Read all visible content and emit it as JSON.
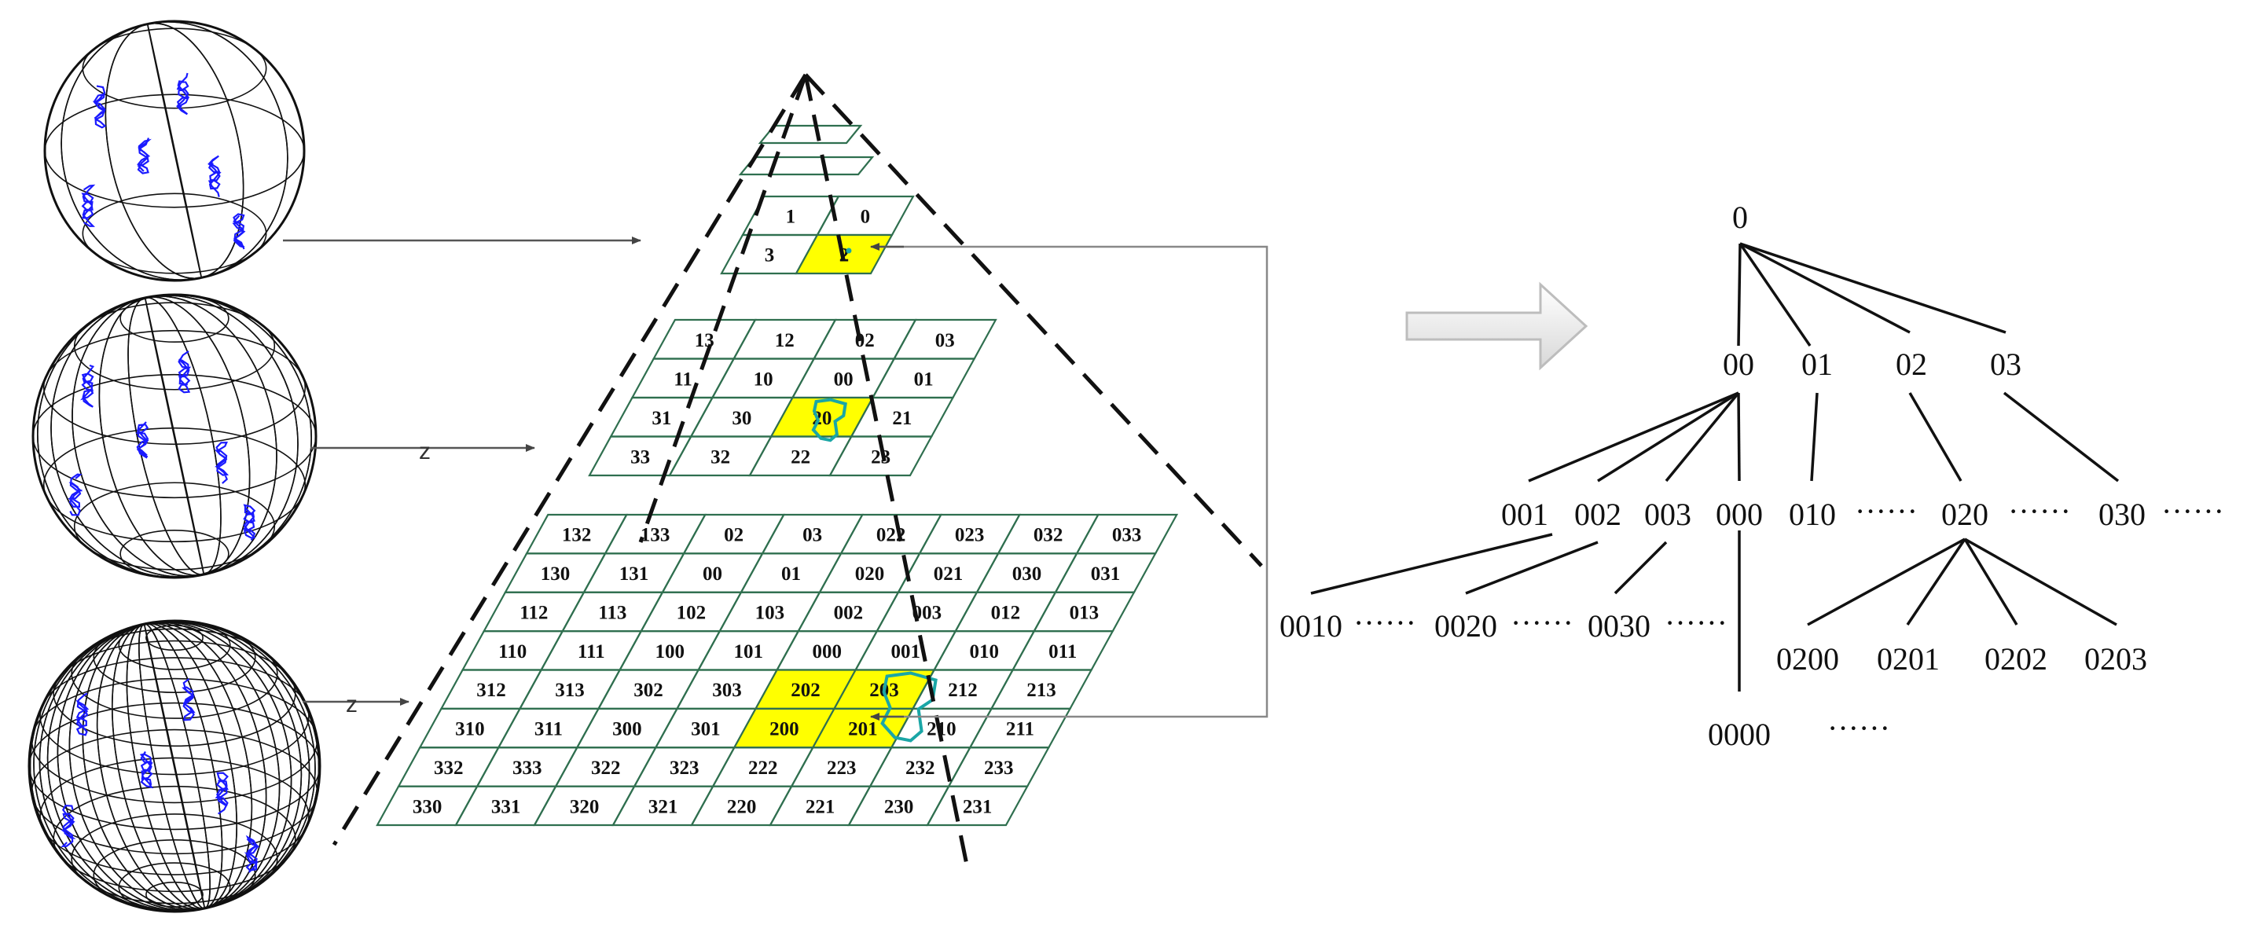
{
  "colors": {
    "grid": "#2f6f4f",
    "highlight": "#ffff00",
    "outline": "#1aa6a6",
    "globe_lines": "#111111",
    "coastline": "#1a1aff",
    "arrow": "#555555",
    "tree_edge": "#111111"
  },
  "globes": [
    {
      "name": "coarse",
      "meridians": 6,
      "parallels": 4
    },
    {
      "name": "medium",
      "meridians": 12,
      "parallels": 8
    },
    {
      "name": "fine",
      "meridians": 24,
      "parallels": 16
    }
  ],
  "z_labels": [
    "z",
    "z"
  ],
  "pyramid": {
    "level1": {
      "rows": [
        [
          "1",
          "0"
        ],
        [
          "3",
          "2"
        ]
      ],
      "highlight": [
        [
          1,
          1
        ]
      ]
    },
    "level2": {
      "rows": [
        [
          "13",
          "12",
          "02",
          "03"
        ],
        [
          "11",
          "10",
          "00",
          "01"
        ],
        [
          "31",
          "30",
          "20",
          "21"
        ],
        [
          "33",
          "32",
          "22",
          "23"
        ]
      ],
      "highlight": [
        [
          2,
          2
        ]
      ]
    },
    "level3": {
      "rows": [
        [
          "132",
          "133",
          "02",
          "03",
          "022",
          "023",
          "032",
          "033"
        ],
        [
          "130",
          "131",
          "00",
          "01",
          "020",
          "021",
          "030",
          "031"
        ],
        [
          "112",
          "113",
          "102",
          "103",
          "002",
          "003",
          "012",
          "013"
        ],
        [
          "110",
          "111",
          "100",
          "101",
          "000",
          "001",
          "010",
          "011"
        ],
        [
          "312",
          "313",
          "302",
          "303",
          "202",
          "203",
          "212",
          "213"
        ],
        [
          "310",
          "311",
          "300",
          "301",
          "200",
          "201",
          "210",
          "211"
        ],
        [
          "332",
          "333",
          "322",
          "323",
          "222",
          "223",
          "232",
          "233"
        ],
        [
          "330",
          "331",
          "320",
          "321",
          "220",
          "221",
          "230",
          "231"
        ]
      ],
      "highlight": [
        [
          4,
          4
        ],
        [
          4,
          5
        ],
        [
          5,
          4
        ],
        [
          5,
          5
        ]
      ]
    }
  },
  "tree": {
    "root": "0",
    "level1": [
      "00",
      "01",
      "02",
      "03"
    ],
    "level2": [
      "001",
      "002",
      "003",
      "000",
      "010",
      "020",
      "030"
    ],
    "level3_left": [
      "0010",
      "0020",
      "0030"
    ],
    "level3_right": [
      "0200",
      "0201",
      "0202",
      "0203"
    ],
    "level4": [
      "0000"
    ],
    "ellipsis": "······"
  }
}
